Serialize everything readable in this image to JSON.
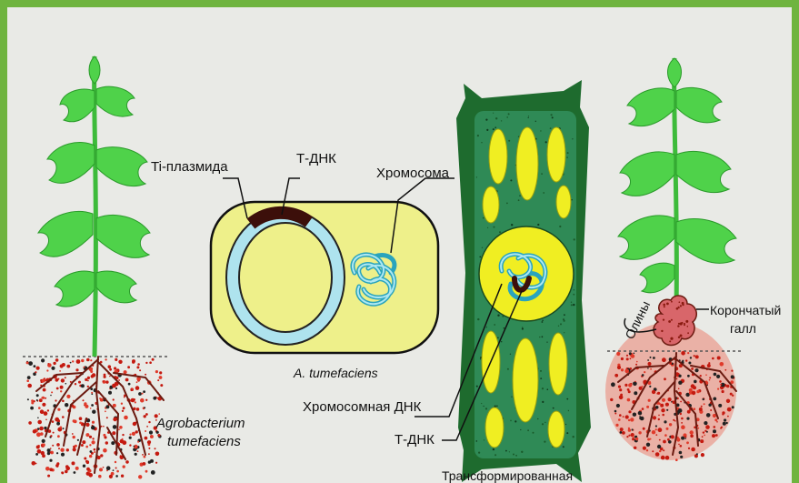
{
  "colors": {
    "frame": "#6fb43f",
    "background": "#e9eae6",
    "leaf": "#4fd24a",
    "stem": "#3dbb3a",
    "root": "#6b1a10",
    "soil_red": "#c41a10",
    "bacterium_fill": "#eef08a",
    "plasmid": "#aee3ee",
    "tdna": "#3c0f0a",
    "chromosome": "#3fc3d9",
    "cell_wall": "#1e6b2e",
    "cytoplasm": "#2f8a56",
    "vacuole": "#f0ee22",
    "gall": "#d8666a"
  },
  "labels": {
    "ti_plasmid": "Ti-плазмида",
    "t_dna_top": "Т-ДНК",
    "chromosome": "Хромосома",
    "bacterium_species": "A. tumefaciens",
    "chromosomal_dna": "Хромосомная ДНК",
    "t_dna_bottom": "Т-ДНК",
    "transformed": "Трансформированная",
    "agrobacterium_line1": "Agrobacterium",
    "agrobacterium_line2": "tumefaciens",
    "opines": "Олины",
    "crown_gall_line1": "Корончатый",
    "crown_gall_line2": "галл"
  }
}
